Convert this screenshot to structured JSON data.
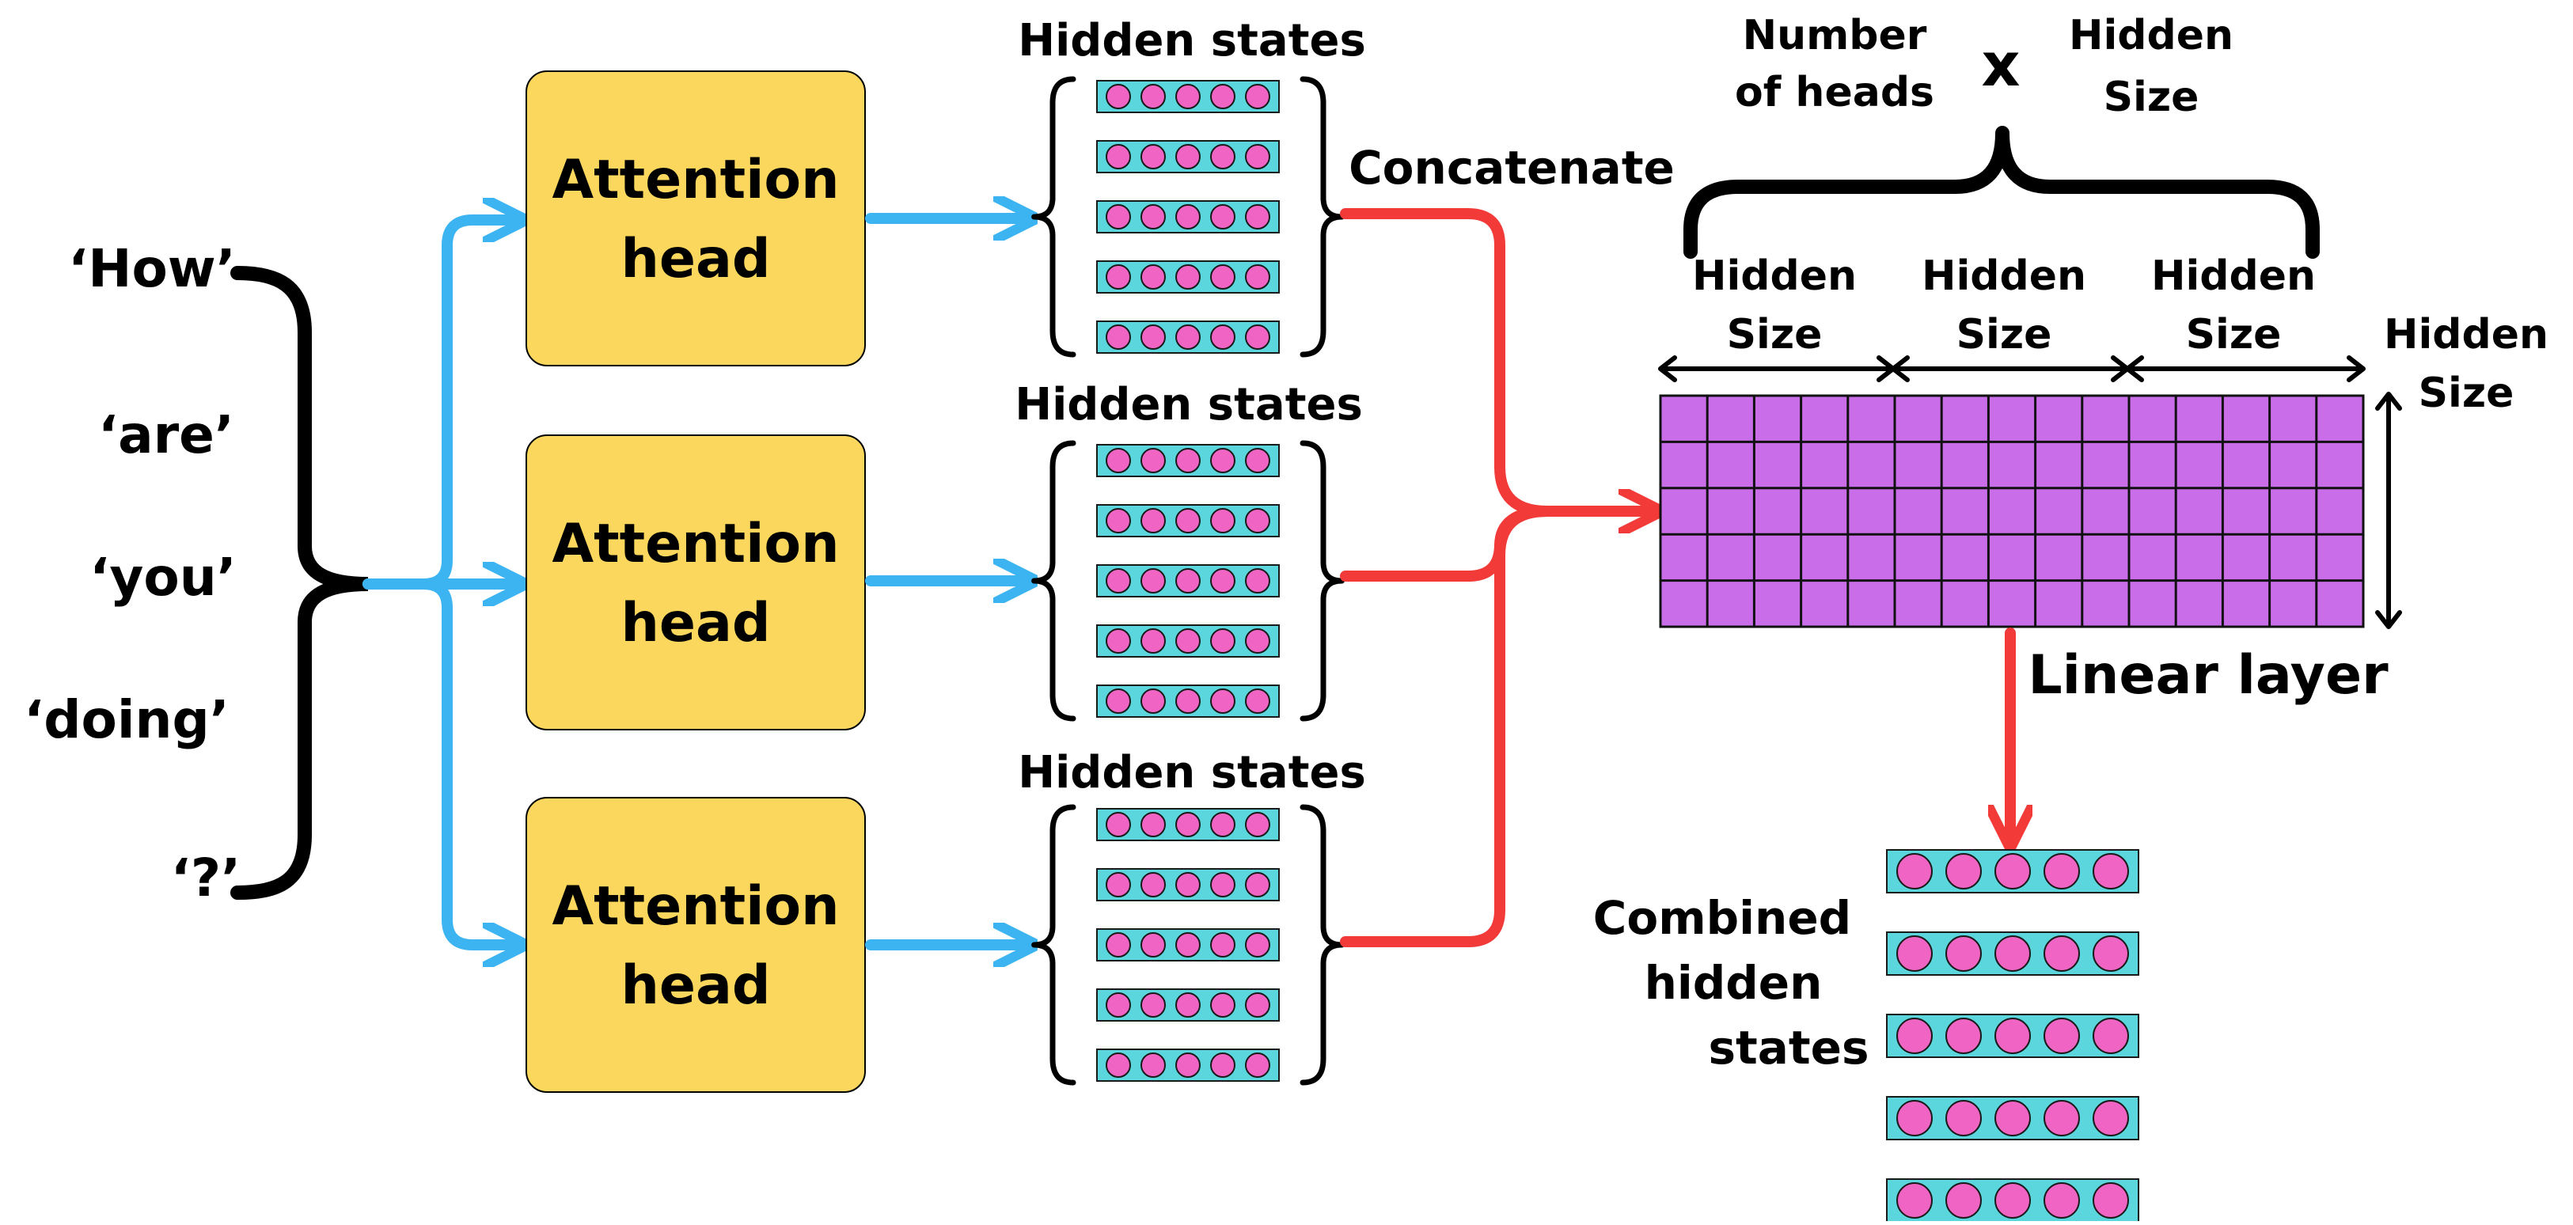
{
  "colors": {
    "blue_arrow": "#3db4f2",
    "red_arrow": "#f23a38",
    "head_fill": "#fbd85d",
    "vector_fill": "#5ad6dc",
    "dot_fill": "#f065c3",
    "matrix_fill": "#c96de8",
    "black": "#000000"
  },
  "tokens": [
    "‘How’",
    "‘are’",
    "‘you’",
    "‘doing’",
    "‘?’"
  ],
  "heads": [
    {
      "line1": "Attention",
      "line2": "head"
    },
    {
      "line1": "Attention",
      "line2": "head"
    },
    {
      "line1": "Attention",
      "line2": "head"
    }
  ],
  "hidden_states_labels": [
    "Hidden states",
    "Hidden states",
    "Hidden states"
  ],
  "vector": {
    "rows_per_group": 5,
    "dots_per_row": 5
  },
  "concatenate_label": "Concatenate",
  "top_brace": {
    "left_line1": "Number",
    "left_line2": "of heads",
    "times": "x",
    "right_line1": "Hidden",
    "right_line2": "Size"
  },
  "column_labels": [
    {
      "line1": "Hidden",
      "line2": "Size"
    },
    {
      "line1": "Hidden",
      "line2": "Size"
    },
    {
      "line1": "Hidden",
      "line2": "Size"
    }
  ],
  "side_label": {
    "line1": "Hidden",
    "line2": "Size"
  },
  "matrix": {
    "rows": 5,
    "cols": 15
  },
  "linear_layer_label": "Linear layer",
  "combined_label": {
    "line1": "Combined",
    "line2": "hidden",
    "line3": "states"
  },
  "combined": {
    "rows": 5,
    "dots_per_row": 5
  }
}
